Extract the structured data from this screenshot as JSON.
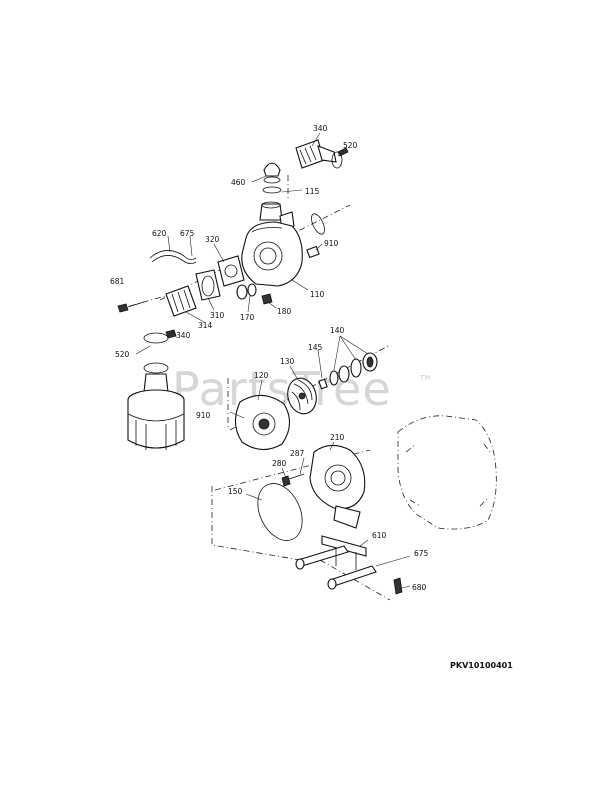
{
  "labels": {
    "p340_top": "340",
    "p520_top": "520",
    "p460": "460",
    "p115": "115",
    "p620": "620",
    "p675_top": "675",
    "p320": "320",
    "p910": "910",
    "p681": "681",
    "p110": "110",
    "p310": "310",
    "p314": "314",
    "p170": "170",
    "p180": "180",
    "p340_low": "340",
    "p520_low": "520",
    "p140": "140",
    "p145": "145",
    "p130": "130",
    "p120": "120",
    "p910_low": "910",
    "p210": "210",
    "p287": "287",
    "p280": "280",
    "p150": "150",
    "p610": "610",
    "p675_low": "675",
    "p680": "680"
  },
  "watermark": {
    "text": "PartsTree",
    "trademark": "TM"
  },
  "reference_code": "PKV10100401"
}
